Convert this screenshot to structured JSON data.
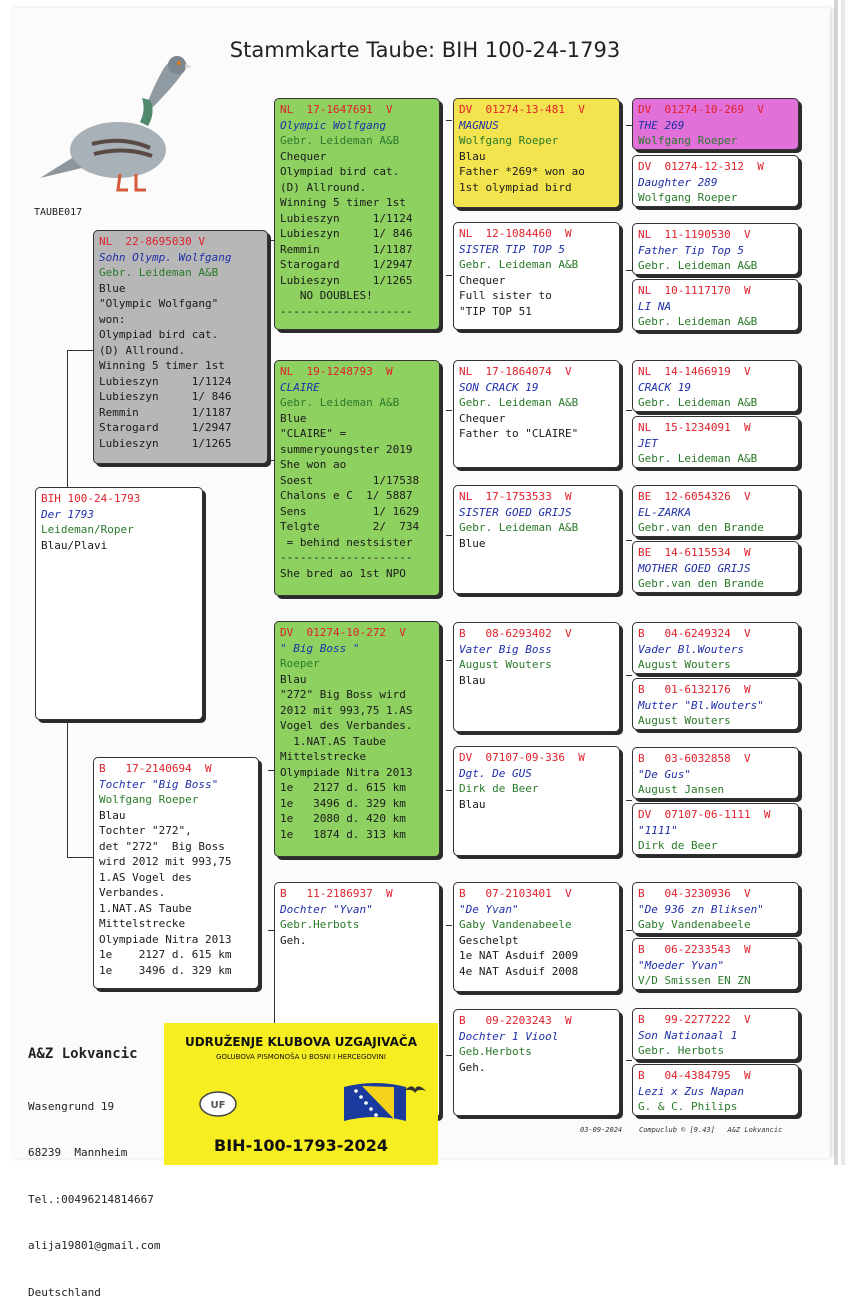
{
  "page": {
    "title": "Stammkarte Taube: BIH 100-24-1793",
    "photo_label": "TAUBE017"
  },
  "cards": {
    "subject": [
      "BIH 100-24-1793",
      "Der 1793",
      "Leideman/Roper",
      "Blau/Plavi"
    ],
    "sire": [
      "NL  22-8695030 V",
      "Sohn Olymp. Wolfgang",
      "Gebr. Leideman A&B",
      "Blue",
      "\"Olympic Wolfgang\"",
      "won:",
      "Olympiad bird cat.",
      "(D) Allround.",
      "Winning 5 timer 1st",
      "Lubieszyn     1/1124",
      "Lubieszyn     1/ 846",
      "Remmin        1/1187",
      "Starogard     1/2947",
      "Lubieszyn     1/1265"
    ],
    "dam": [
      "B   17-2140694  W",
      "Tochter \"Big Boss\"",
      "Wolfgang Roeper",
      "Blau",
      "Tochter \"272\",",
      "det \"272\"  Big Boss",
      "wird 2012 mit 993,75",
      "1.AS Vogel des",
      "Verbandes.",
      "1.NAT.AS Taube",
      "Mittelstrecke",
      "Olympiade Nitra 2013",
      "1e    2127 d. 615 km",
      "1e    3496 d. 329 km"
    ],
    "ss": [
      "NL  17-1647691  V",
      "Olympic Wolfgang",
      "Gebr. Leideman A&B",
      "Chequer",
      "Olympiad bird cat.",
      "(D) Allround.",
      "Winning 5 timer 1st",
      "Lubieszyn     1/1124",
      "Lubieszyn     1/ 846",
      "Remmin        1/1187",
      "Starogard     1/2947",
      "Lubieszyn     1/1265",
      "   NO DOUBLES!",
      "--------------------"
    ],
    "sd": [
      "NL  19-1248793  W",
      "CLAIRE",
      "Gebr. Leideman A&B",
      "Blue",
      "\"CLAIRE\" =",
      "summeryoungster 2019",
      "She won ao",
      "Soest         1/17538",
      "Chalons e C  1/ 5887",
      "Sens          1/ 1629",
      "Telgte        2/  734",
      " = behind nestsister",
      "--------------------",
      "She bred ao 1st NPO"
    ],
    "ds": [
      "DV  01274-10-272  V",
      "\" Big Boss \"",
      "Roeper",
      "Blau",
      "\"272\" Big Boss wird",
      "2012 mit 993,75 1.AS",
      "Vogel des Verbandes.",
      "  1.NAT.AS Taube",
      "Mittelstrecke",
      "Olympiade Nitra 2013",
      "1e   2127 d. 615 km",
      "1e   3496 d. 329 km",
      "1e   2080 d. 420 km",
      "1e   1874 d. 313 km"
    ],
    "dd": [
      "B   11-2186937  W",
      "Dochter \"Yvan\"",
      "Gebr.Herbots",
      "Geh."
    ],
    "sss": [
      "DV  01274-13-481  V",
      "MAGNUS",
      "Wolfgang Roeper",
      "Blau",
      "Father *269* won ao",
      "1st olympiad bird"
    ],
    "ssd": [
      "NL  12-1084460  W",
      "SISTER TIP TOP 5",
      "Gebr. Leideman A&B",
      "Chequer",
      "Full sister to",
      "\"TIP TOP 51"
    ],
    "sds": [
      "NL  17-1864074  V",
      "SON CRACK 19",
      "Gebr. Leideman A&B",
      "Chequer",
      "Father to \"CLAIRE\""
    ],
    "sdd": [
      "NL  17-1753533  W",
      "SISTER GOED GRIJS",
      "Gebr. Leideman A&B",
      "Blue"
    ],
    "dss": [
      "B   08-6293402  V",
      "Vater Big Boss",
      "August Wouters",
      "Blau"
    ],
    "dsd": [
      "DV  07107-09-336  W",
      "Dgt. De GUS",
      "Dirk de Beer",
      "Blau"
    ],
    "dds": [
      "B   07-2103401  V",
      "\"De Yvan\"",
      "Gaby Vandenabeele",
      "Geschelpt",
      "1e NAT Asduif 2009",
      "4e NAT Asduif 2008"
    ],
    "ddd": [
      "B   09-2203243  W",
      "Dochter 1 Viool",
      "Geb.Herbots",
      "Geh."
    ],
    "g1": [
      "DV  01274-10-269  V",
      "THE 269",
      "Wolfgang Roeper"
    ],
    "g2": [
      "DV  01274-12-312  W",
      "Daughter 289",
      "Wolfgang Roeper"
    ],
    "g3": [
      "NL  11-1190530  V",
      "Father Tip Top 5",
      "Gebr. Leideman A&B"
    ],
    "g4": [
      "NL  10-1117170  W",
      "LI NA",
      "Gebr. Leideman A&B"
    ],
    "g5": [
      "NL  14-1466919  V",
      "CRACK 19",
      "Gebr. Leideman A&B"
    ],
    "g6": [
      "NL  15-1234091  W",
      "JET",
      "Gebr. Leideman A&B"
    ],
    "g7": [
      "BE  12-6054326  V",
      "EL-ZARKA",
      "Gebr.van den Brande"
    ],
    "g8": [
      "BE  14-6115534  W",
      "MOTHER GOED GRIJS",
      "Gebr.van den Brande"
    ],
    "g9": [
      "B   04-6249324  V",
      "Vader Bl.Wouters",
      "August Wouters"
    ],
    "g10": [
      "B   01-6132176  W",
      "Mutter \"Bl.Wouters\"",
      "August Wouters"
    ],
    "g11": [
      "B   03-6032858  V",
      "\"De Gus\"",
      "August Jansen"
    ],
    "g12": [
      "DV  07107-06-1111  W",
      "\"1111\"",
      "Dirk de Beer"
    ],
    "g13": [
      "B   04-3230936  V",
      "\"De 936 zn Bliksen\"",
      "Gaby Vandenabeele"
    ],
    "g14": [
      "B   06-2233543  W",
      "\"Moeder Yvan\"",
      "V/D Smissen EN ZN"
    ],
    "g15": [
      "B   99-2277222  V",
      "Son Nationaal 1",
      "Gebr. Herbots"
    ],
    "g16": [
      "B   04-4384795  W",
      "Lezi x Zus Napan",
      "G. & C. Philips"
    ]
  },
  "owner": {
    "name": "A&Z Lokvancic",
    "lines": [
      "Wasengrund 19",
      "68239  Mannheim",
      "Tel.:00496214814667",
      "alija19801@gmail.com",
      "Deutschland"
    ]
  },
  "sticker": {
    "line1": "UDRUŽENJE KLUBOVA UZGAJIVAČA",
    "line2": "GOLUBOVA PISMONOŠA U BOSNI I HERCEGOVINI",
    "code": "BIH-100-1793-2024"
  },
  "footer": "03-09-2024    Compuclub © [9.43]   A&Z Lokvancic",
  "colors": {
    "ring": "#e0202a",
    "name": "#1f2fa8",
    "breeder": "#2a7a2a",
    "green_card": "#8ed161",
    "gray_card": "#b7b7b7",
    "yellow_card": "#f3e44f",
    "pink_card": "#e171d9"
  }
}
